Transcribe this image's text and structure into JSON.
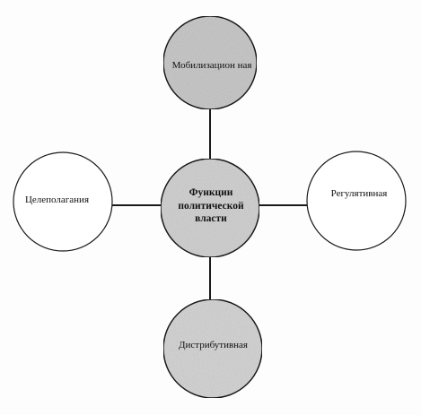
{
  "diagram": {
    "center": {
      "label": "Функции политической власти",
      "fill": "#d2d2d2"
    },
    "top": {
      "label": "Мобилизацион ная",
      "fill": "#c9c9c9"
    },
    "left": {
      "label": "Целеполагания",
      "fill": "#ffffff"
    },
    "right": {
      "label": "Регулятивная",
      "fill": "#ffffff"
    },
    "bottom": {
      "label": "Дистрибутивная",
      "fill": "#d5d5d5"
    },
    "stroke": "#1a1a1a"
  }
}
